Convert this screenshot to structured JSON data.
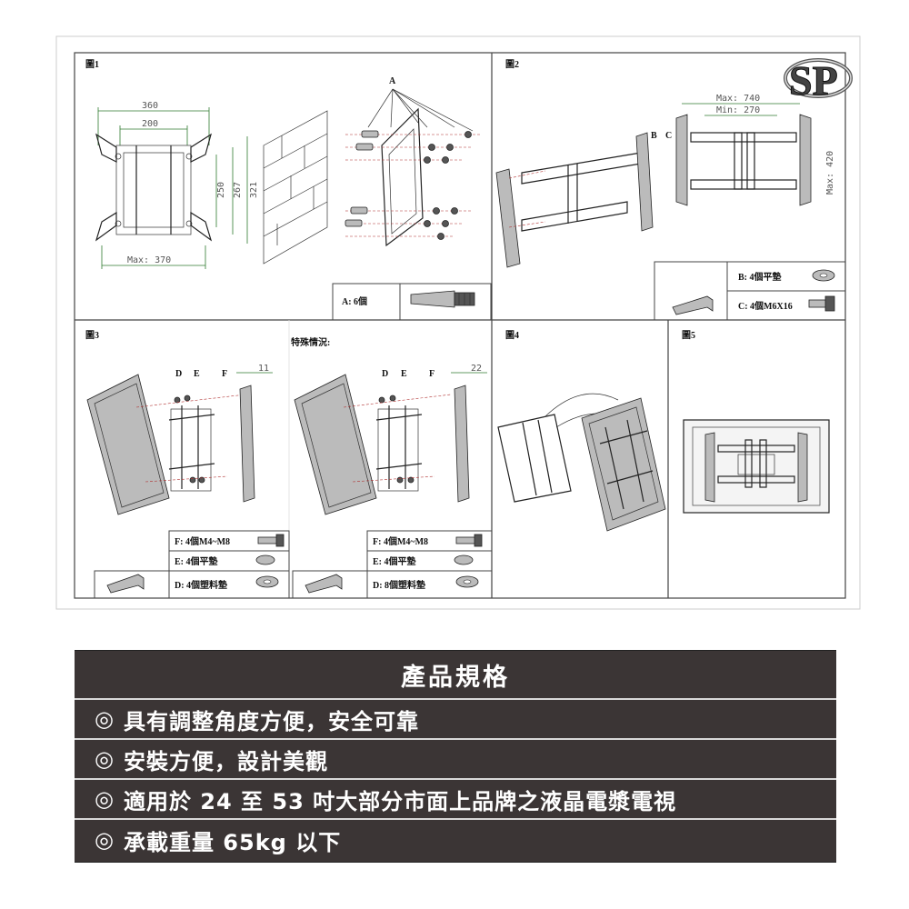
{
  "figures": {
    "fig1": {
      "title": "圖1",
      "dims": [
        "360",
        "200",
        "250",
        "267",
        "321",
        "Max: 370"
      ],
      "callout": "A",
      "legend": [
        {
          "label": "A: 6個"
        }
      ]
    },
    "fig2": {
      "title": "圖2",
      "dims": [
        "Max: 740",
        "Min: 270",
        "Max: 420"
      ],
      "callouts": [
        "B",
        "C"
      ],
      "legend": [
        {
          "label": "B: 4個平墊"
        },
        {
          "label": "C: 4個M6X16"
        }
      ]
    },
    "fig3": {
      "title": "圖3",
      "subtitle": "特殊情況:",
      "callouts_left": [
        "D",
        "E",
        "F"
      ],
      "callouts_right": [
        "D",
        "E",
        "F"
      ],
      "dim_left": "11",
      "dim_right": "22",
      "legend_left": [
        {
          "label": "F: 4個M4~M8"
        },
        {
          "label": "E: 4個平墊"
        },
        {
          "label": "D: 4個塑料墊"
        }
      ],
      "legend_right": [
        {
          "label": "F: 4個M4~M8"
        },
        {
          "label": "E: 4個平墊"
        },
        {
          "label": "D: 8個塑料墊"
        }
      ]
    },
    "fig4": {
      "title": "圖4"
    },
    "fig5": {
      "title": "圖5"
    }
  },
  "logo": {
    "text": "SP"
  },
  "spec": {
    "title": "產品規格",
    "items": [
      {
        "bullet": "◎",
        "text": "具有調整角度方便，安全可靠"
      },
      {
        "bullet": "◎",
        "text": "安裝方便，設計美觀"
      },
      {
        "bullet": "◎",
        "text": "適用於 24 至 53 吋大部分市面上品牌之液晶電漿電視"
      },
      {
        "bullet": "◎",
        "text": "承載重量 65kg 以下"
      }
    ]
  }
}
